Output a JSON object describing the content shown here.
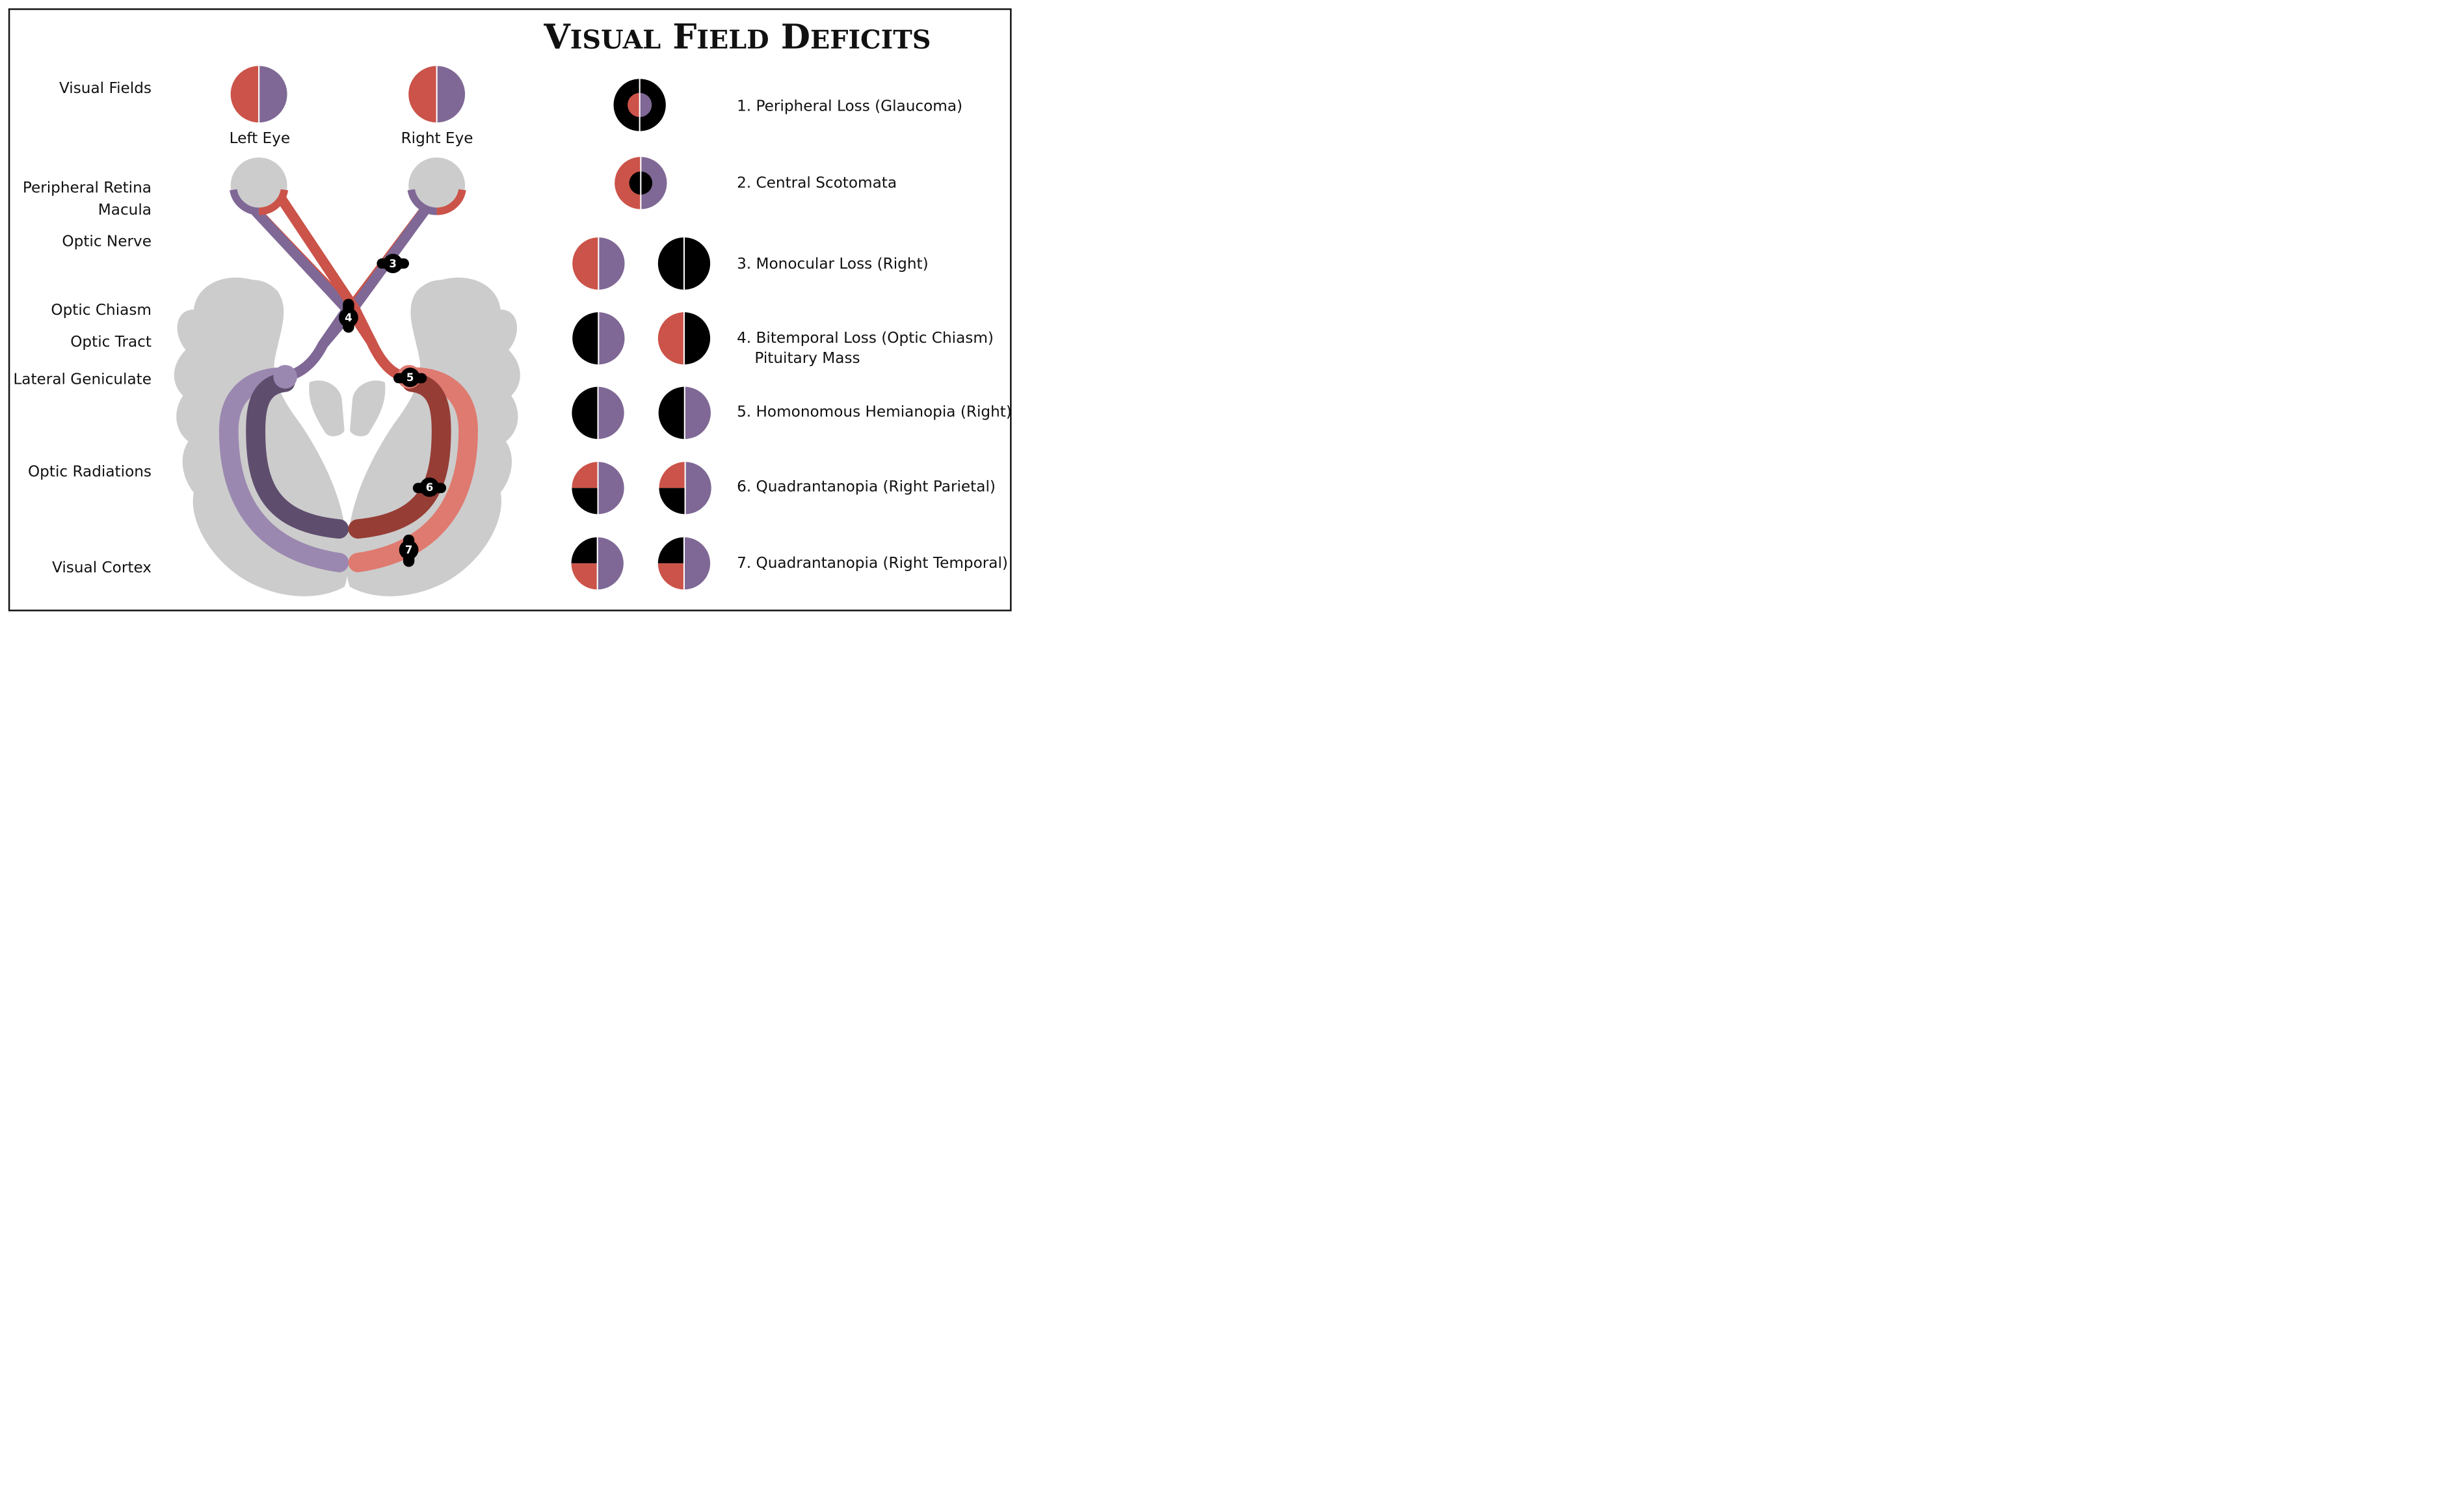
{
  "title": "Visual Field Deficits",
  "colors": {
    "left_field": "#cb5349",
    "right_field": "#7f6895",
    "brain": "#cccccc",
    "deficit": "#000000",
    "left_radiation_light": "#9b88b0",
    "left_radiation_dark": "#5f4d6e",
    "right_radiation_light": "#df7a70",
    "right_radiation_dark": "#963d35"
  },
  "anatomy_labels": {
    "visual_fields": "Visual Fields",
    "peripheral_retina": "Peripheral Retina",
    "macula": "Macula",
    "optic_nerve": "Optic Nerve",
    "optic_chiasm": "Optic Chiasm",
    "optic_tract": "Optic Tract",
    "lateral_geniculate": "Lateral Geniculate",
    "optic_radiations": "Optic Radiations",
    "visual_cortex": "Visual Cortex"
  },
  "eyes": {
    "left": "Left Eye",
    "right": "Right Eye"
  },
  "lesion_markers": [
    "3",
    "4",
    "5",
    "6",
    "7"
  ],
  "deficits": [
    {
      "label": "1. Peripheral Loss (Glaucoma)"
    },
    {
      "label": "2. Central Scotomata"
    },
    {
      "label": "3. Monocular Loss (Right)"
    },
    {
      "label": "4. Bitemporal Loss (Optic Chiasm)",
      "sublabel": "Pituitary Mass"
    },
    {
      "label": "5. Homonomous Hemianopia (Right)"
    },
    {
      "label": "6. Quadrantanopia (Right Parietal)"
    },
    {
      "label": "7. Quadrantanopia (Right Temporal)"
    }
  ]
}
